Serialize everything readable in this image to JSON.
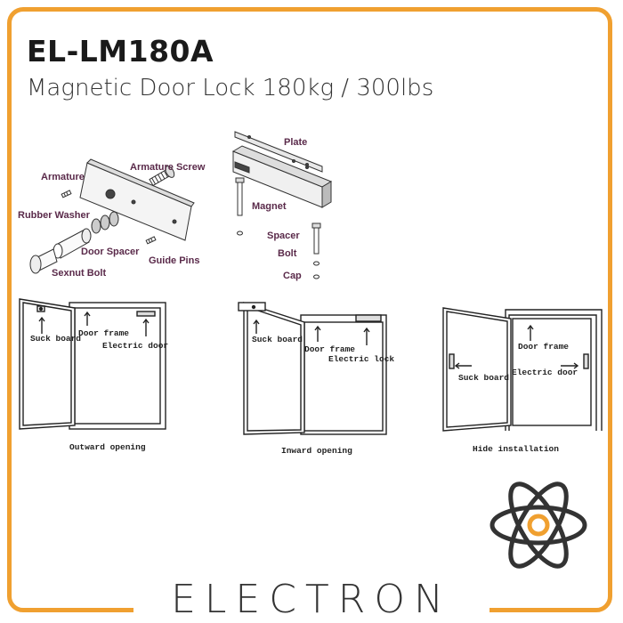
{
  "header": {
    "model": "EL-LM180A",
    "subtitle": "Magnetic Door Lock 180kg / 300lbs"
  },
  "parts": {
    "armature": "Armature",
    "armature_screw": "Armature Screw",
    "rubber_washer": "Rubber Washer",
    "door_spacer": "Door Spacer",
    "sexnut_bolt": "Sexnut Bolt",
    "guide_pins": "Guide Pins",
    "plate": "Plate",
    "magnet": "Magnet",
    "spacer": "Spacer",
    "bolt": "Bolt",
    "cap": "Cap"
  },
  "installations": [
    {
      "caption": "Outward opening",
      "suck_board": "Suck board",
      "door_frame": "Door frame",
      "electric_door": "Electric door"
    },
    {
      "caption": "Inward opening",
      "suck_board": "Suck board",
      "door_frame": "Door frame",
      "electric_lock": "Electric lock"
    },
    {
      "caption": "Hide installation",
      "suck_board": "Suck board",
      "door_frame": "Door frame",
      "electric_door": "Electric door"
    }
  ],
  "brand": {
    "name": "ELECTRON",
    "accent_color": "#f0a030"
  }
}
